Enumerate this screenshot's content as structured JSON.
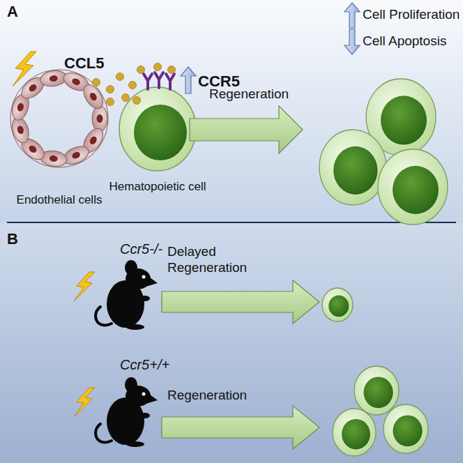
{
  "diagram": {
    "nodes": [
      {
        "text": [
          "Endothelial cells"
        ]
      },
      {
        "text": [
          "Hematopoietic cell"
        ]
      },
      {
        "text": [
          "Ccr5-/-"
        ]
      },
      {
        "text": [
          "Ccr5+/+"
        ]
      }
    ],
    "labels": [
      "A",
      "CCL5",
      "Cell Proliferation",
      "Cell Apoptosis",
      "CCR5",
      "Regeneration",
      "B",
      "Delayed Regeneration",
      "Regeneration"
    ]
  }
}
